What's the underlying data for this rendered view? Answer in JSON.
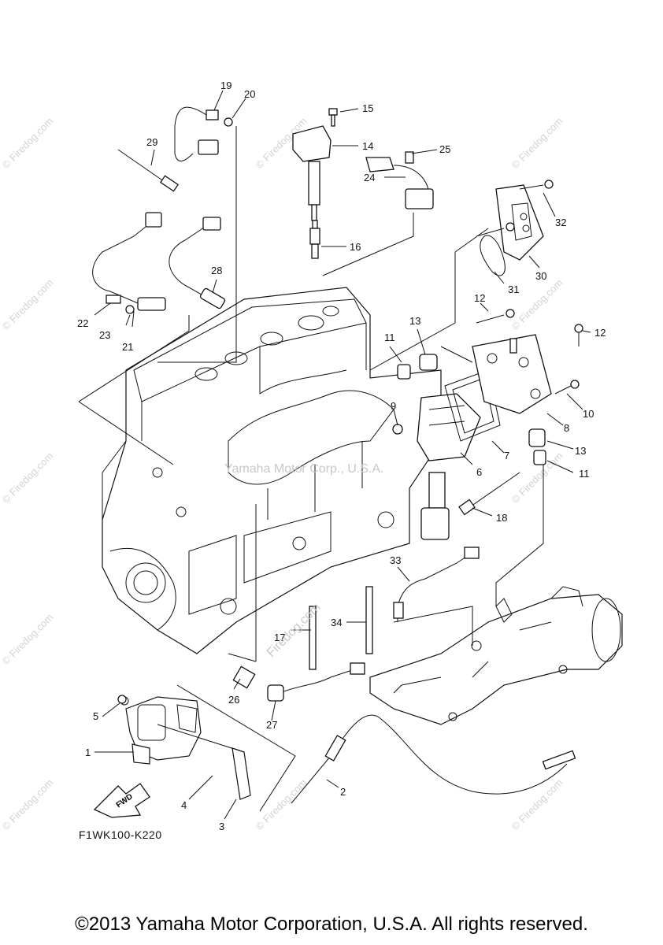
{
  "diagram": {
    "part_code": "F1WK100-K220",
    "fwd_label": "FWD",
    "watermark_center": "Yamaha Motor Corp., U.S.A.",
    "watermark_diag": "Firedog.com",
    "watermark_tile": "© Firedog.com",
    "copyright": "©2013 Yamaha Motor Corporation, U.S.A. All rights reserved.",
    "callouts": [
      {
        "id": "1",
        "label": "1"
      },
      {
        "id": "2",
        "label": "2"
      },
      {
        "id": "3",
        "label": "3"
      },
      {
        "id": "4",
        "label": "4"
      },
      {
        "id": "5",
        "label": "5"
      },
      {
        "id": "6",
        "label": "6"
      },
      {
        "id": "7",
        "label": "7"
      },
      {
        "id": "8",
        "label": "8"
      },
      {
        "id": "9",
        "label": "9"
      },
      {
        "id": "10",
        "label": "10"
      },
      {
        "id": "11a",
        "label": "11"
      },
      {
        "id": "11b",
        "label": "11"
      },
      {
        "id": "12a",
        "label": "12"
      },
      {
        "id": "12b",
        "label": "12"
      },
      {
        "id": "13a",
        "label": "13"
      },
      {
        "id": "13b",
        "label": "13"
      },
      {
        "id": "14",
        "label": "14"
      },
      {
        "id": "15",
        "label": "15"
      },
      {
        "id": "16",
        "label": "16"
      },
      {
        "id": "17",
        "label": "17"
      },
      {
        "id": "18",
        "label": "18"
      },
      {
        "id": "19",
        "label": "19"
      },
      {
        "id": "20",
        "label": "20"
      },
      {
        "id": "21",
        "label": "21"
      },
      {
        "id": "22",
        "label": "22"
      },
      {
        "id": "23",
        "label": "23"
      },
      {
        "id": "24",
        "label": "24"
      },
      {
        "id": "25",
        "label": "25"
      },
      {
        "id": "26",
        "label": "26"
      },
      {
        "id": "27",
        "label": "27"
      },
      {
        "id": "28",
        "label": "28"
      },
      {
        "id": "29",
        "label": "29"
      },
      {
        "id": "30",
        "label": "30"
      },
      {
        "id": "31",
        "label": "31"
      },
      {
        "id": "32",
        "label": "32"
      },
      {
        "id": "33",
        "label": "33"
      },
      {
        "id": "34",
        "label": "34"
      }
    ]
  }
}
